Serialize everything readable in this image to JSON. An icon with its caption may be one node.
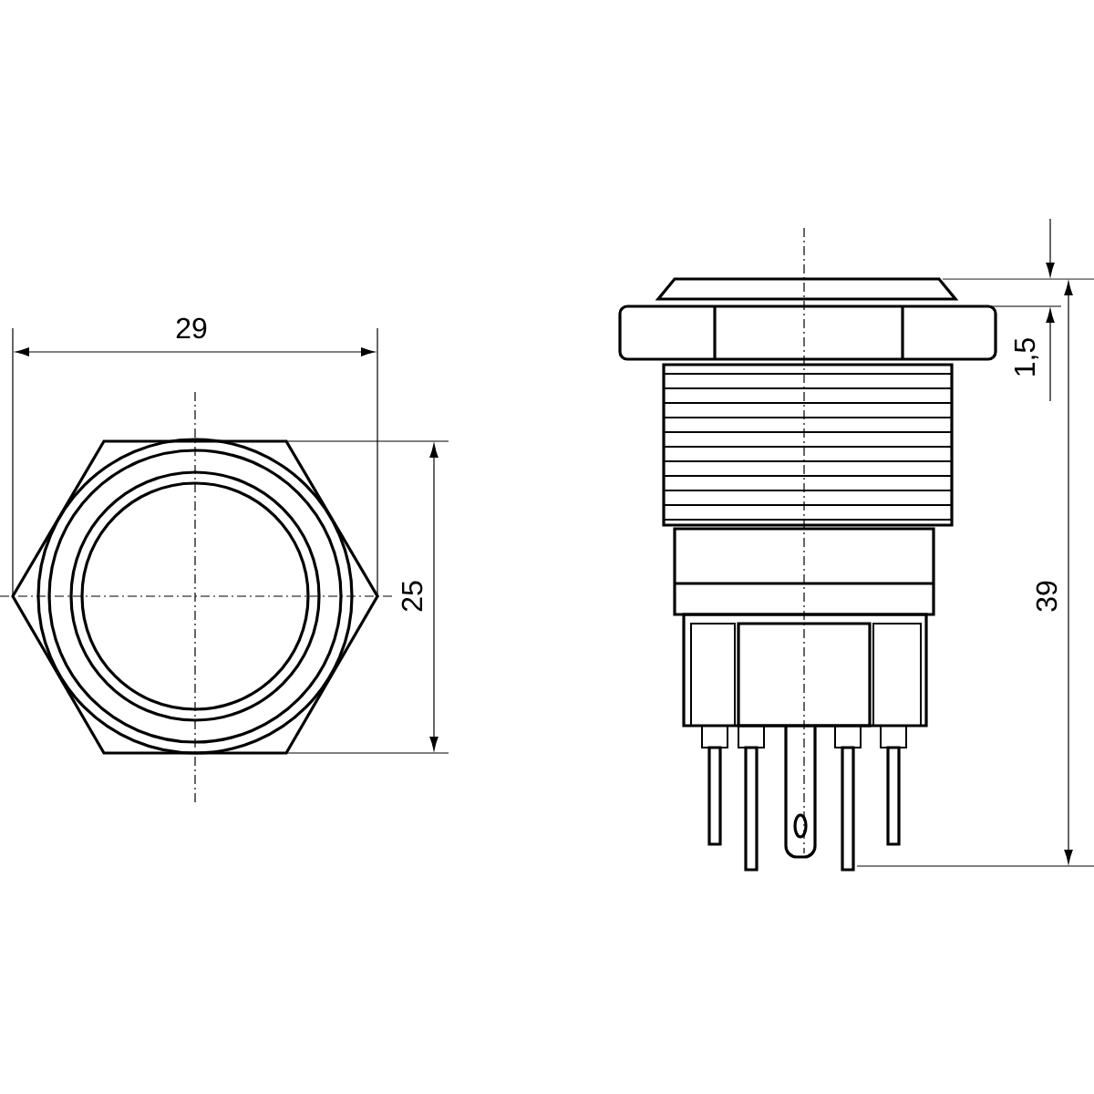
{
  "diagram": {
    "labels": [
      "29",
      "25",
      "1,5",
      "39"
    ]
  }
}
